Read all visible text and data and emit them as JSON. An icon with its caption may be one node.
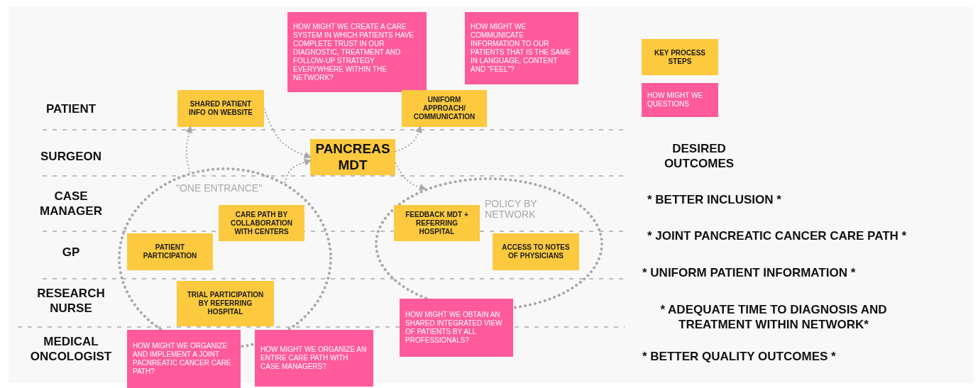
{
  "diagram": {
    "nodes": [
      {
        "text": [
          "HOW MIGHT WE CREATE A CARE SYSTEM IN WHICH PATIENTS HAVE COMPLETE TRUST IN OUR DIAGNOSTIC, TREATMENT AND FOLLOW-UP STRATEGY EVERYWHERE WITHIN THE NETWORK?"
        ]
      },
      {
        "text": [
          "HOW MIGHT WE COMMUNICATE INFORMATION TO OUR PATIENTS THAT IS THE SAME IN LANGUAGE, CONTENT AND \"FEEL\"?"
        ]
      },
      {
        "text": [
          "SHARED PATIENT INFO ON WEBSITE"
        ]
      },
      {
        "text": [
          "UNIFORM APPROACH/ COMMUNICATION"
        ]
      },
      {
        "text": [
          "PANCREAS MDT"
        ]
      },
      {
        "text": [
          "\"ONE ENTRANCE\""
        ]
      },
      {
        "text": [
          "CARE PATH BY COLLABORATION WITH CENTERS"
        ],
        "in": 5
      },
      {
        "text": [
          "PATIENT PARTICIPATION"
        ],
        "in": 5
      },
      {
        "text": [
          "TRIAL PARTICIPATION BY REFERRING HOSPITAL"
        ],
        "in": 5
      },
      {
        "text": [
          "POLICY BY NETWORK"
        ]
      },
      {
        "text": [
          "FEEDBACK MDT + REFERRING HOSPITAL"
        ],
        "in": 9
      },
      {
        "text": [
          "ACCESS TO NOTES OF PHYSICIANS"
        ],
        "in": 9
      },
      {
        "text": [
          "HOW MIGHT WE ORGANIZE AND IMPLEMENT A JOINT PACNREATIC CANCER CARE PATH?"
        ]
      },
      {
        "text": [
          "HOW MIGHT WE ORGANIZE AN ENTIRE CARE PATH WITH CASE MANAGERS?"
        ]
      },
      {
        "text": [
          "HOW MIGHT WE OBTAIN AN SHARED INTEGRATED VIEW OF PATIENTS BY ALL PROFESSIONALS?"
        ]
      }
    ],
    "edges": [
      {
        "from": 5,
        "to": 2,
        "arrow": "to"
      },
      {
        "from": 2,
        "to": 4,
        "arrow": "to"
      },
      {
        "from": 5,
        "to": 4,
        "arrow": "to"
      },
      {
        "from": 4,
        "to": 3,
        "arrow": "to"
      },
      {
        "from": 4,
        "to": 9,
        "arrow": "to"
      }
    ],
    "labels": [
      "PATIENT",
      "SURGEON",
      "CASE MANAGER",
      "GP",
      "RESEARCH NURSE",
      "MEDICAL ONCOLOGIST",
      "DESIRED OUTCOMES",
      "* BETTER INCLUSION *",
      "* JOINT PANCREATIC CANCER CARE PATH *",
      "* UNIFORM PATIENT INFORMATION *",
      "* ADEQUATE TIME TO DIAGNOSIS AND TREATMENT WITHIN NETWORK*",
      "* BETTER QUALITY OUTCOMES *"
    ],
    "legend": [
      {
        "text": "KEY PROCESS STEPS",
        "color": "#fcc93f"
      },
      {
        "text": "HOW MIGHT WE QUESTIONS",
        "color": "#ff5a9c"
      }
    ]
  }
}
